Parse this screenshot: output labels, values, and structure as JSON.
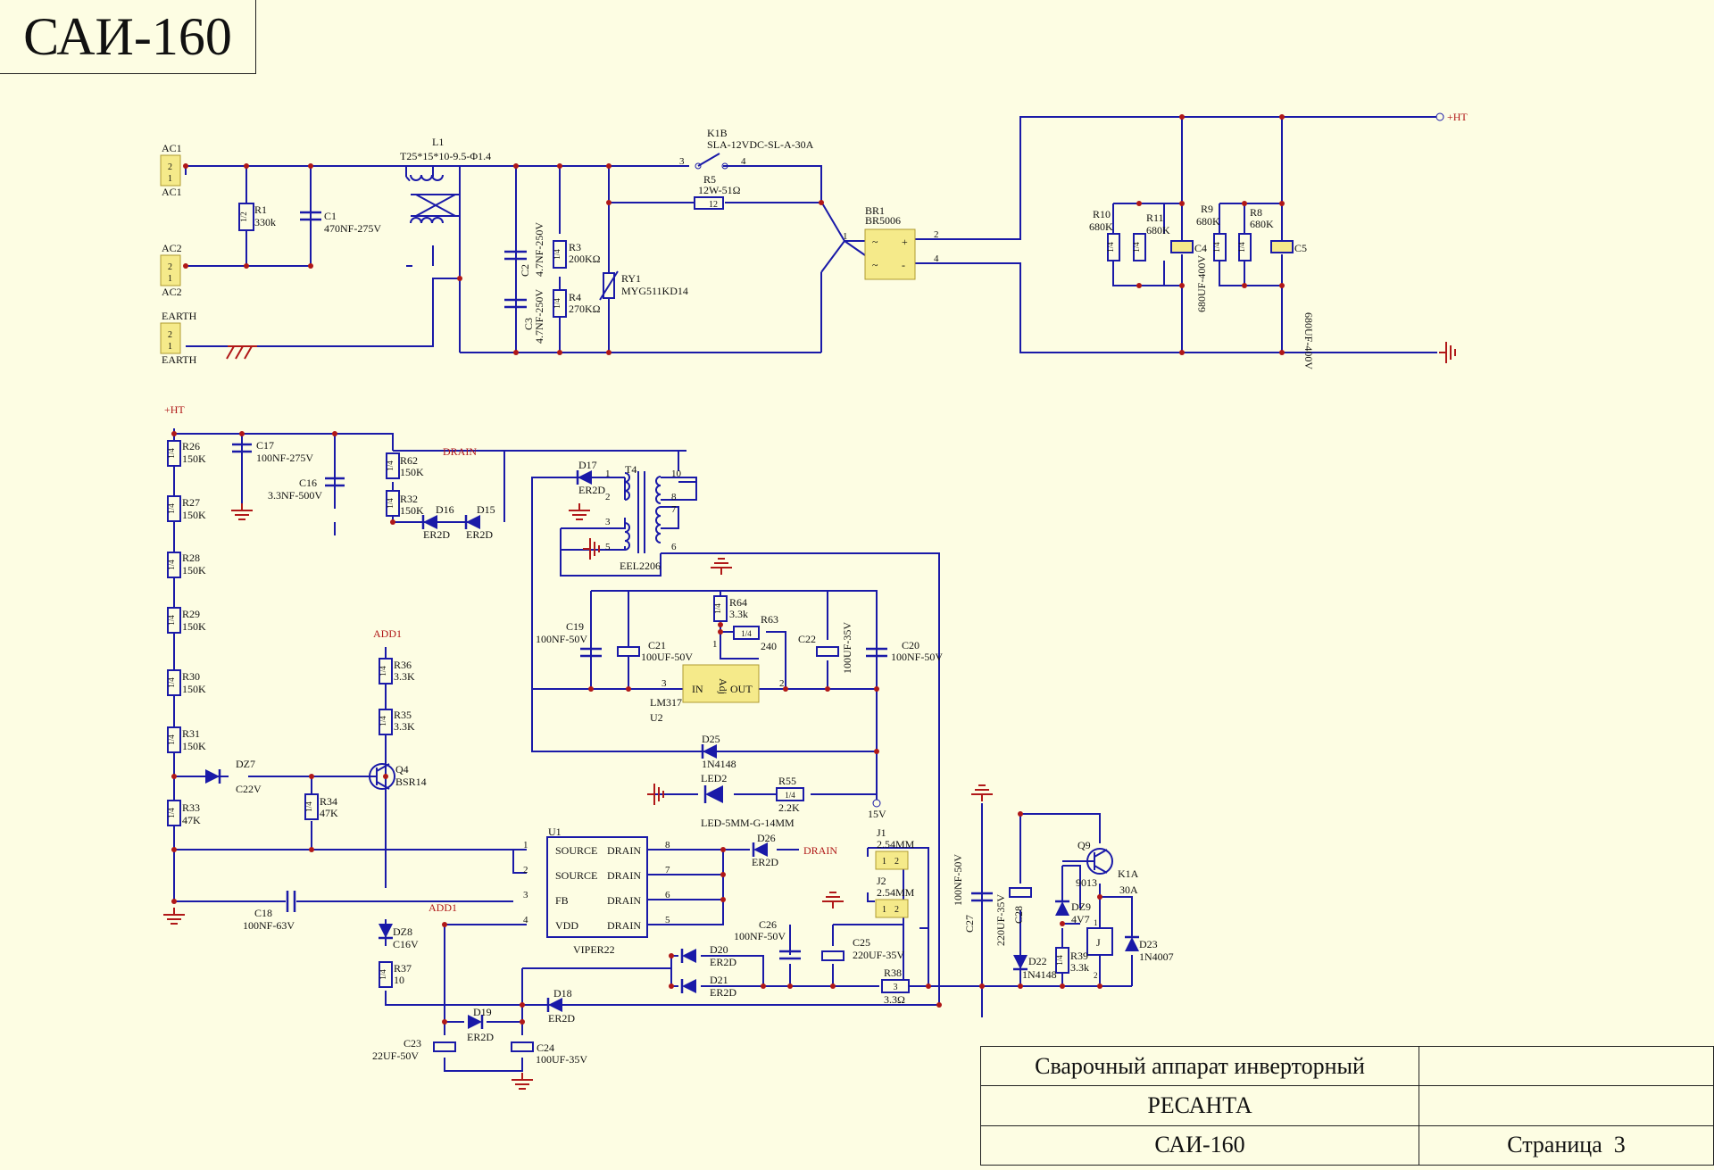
{
  "title": "САИ-160",
  "stamp": {
    "line1": "Сварочный аппарат инверторный",
    "line2": "РЕСАНТА",
    "line3": "САИ-160",
    "page_label": "Страница",
    "page_number": "3"
  },
  "colors": {
    "wire": "#1a1aa8",
    "junction": "#b01818",
    "component_fill": "#f5ea8a",
    "ground": "#b01818",
    "text": "#111111",
    "sheet": "#fdfde3"
  },
  "components": {
    "ac1": {
      "ref": "AC1",
      "ref2": "AC1",
      "pin_a": "2",
      "pin_b": "1"
    },
    "ac2": {
      "ref": "AC2",
      "ref2": "AC2",
      "pin_a": "2",
      "pin_b": "1"
    },
    "earth": {
      "ref": "EARTH",
      "ref2": "EARTH",
      "pin_a": "2",
      "pin_b": "1"
    },
    "r1": {
      "ref": "R1",
      "value": "330k",
      "body": "1/2"
    },
    "c1": {
      "ref": "C1",
      "value": "470NF-275V"
    },
    "l1": {
      "ref": "L1",
      "value": "T25*15*10-9.5-Φ1.4"
    },
    "c2": {
      "ref": "C2",
      "value": "4.7NF-250V"
    },
    "c3": {
      "ref": "C3",
      "value": "4.7NF-250V"
    },
    "r3": {
      "ref": "R3",
      "value": "200KΩ",
      "body": "1/4"
    },
    "r4": {
      "ref": "R4",
      "value": "270KΩ",
      "body": "1/4"
    },
    "ry1": {
      "ref": "RY1",
      "value": "MYG511KD14"
    },
    "k1b": {
      "ref": "K1B",
      "value": "SLA-12VDC-SL-A-30A",
      "pin3": "3",
      "pin4": "4"
    },
    "r5": {
      "ref": "R5",
      "value": "12W-51Ω",
      "body": "12"
    },
    "br1": {
      "ref": "BR1",
      "value": "BR5006",
      "pin1": "1",
      "pin2": "2",
      "pin4": "4",
      "plus": "+",
      "minus": "-",
      "ac": "~"
    },
    "ht": {
      "label": "+HT"
    },
    "r10": {
      "ref": "R10",
      "value": "680K",
      "body": "1/4"
    },
    "r11": {
      "ref": "R11",
      "value": "680K",
      "body": "1/4"
    },
    "c4": {
      "ref": "C4",
      "value": "680UF-400V"
    },
    "r9": {
      "ref": "R9",
      "value": "680K",
      "body": "1/4"
    },
    "r8": {
      "ref": "R8",
      "value": "680K",
      "body": "1/4"
    },
    "c5": {
      "ref": "C5",
      "value": "680UF-400V"
    },
    "ht2": {
      "label": "+HT"
    },
    "r26": {
      "ref": "R26",
      "value": "150K",
      "body": "1/4"
    },
    "r27": {
      "ref": "R27",
      "value": "150K",
      "body": "1/4"
    },
    "r28": {
      "ref": "R28",
      "value": "150K",
      "body": "1/4"
    },
    "r29": {
      "ref": "R29",
      "value": "150K",
      "body": "1/4"
    },
    "r30": {
      "ref": "R30",
      "value": "150K",
      "body": "1/4"
    },
    "r31": {
      "ref": "R31",
      "value": "150K",
      "body": "1/4"
    },
    "r33": {
      "ref": "R33",
      "value": "47K",
      "body": "1/4"
    },
    "c17": {
      "ref": "C17",
      "value": "100NF-275V"
    },
    "c16": {
      "ref": "C16",
      "value": "3.3NF-500V"
    },
    "r62": {
      "ref": "R62",
      "value": "150K",
      "body": "1/4"
    },
    "r32": {
      "ref": "R32",
      "value": "150K",
      "body": "1/4"
    },
    "d16": {
      "ref": "D16",
      "value": "ER2D"
    },
    "d15": {
      "ref": "D15",
      "value": "ER2D"
    },
    "drain1": {
      "label": "DRAIN"
    },
    "d17": {
      "ref": "D17",
      "value": "ER2D"
    },
    "t4": {
      "ref": "T4",
      "value": "EEL2206",
      "p1": "1",
      "p2": "2",
      "p3": "3",
      "p5": "5",
      "p6": "6",
      "p7": "7",
      "p8": "8",
      "p10": "10"
    },
    "r64": {
      "ref": "R64",
      "value": "3.3k",
      "body": "1/4"
    },
    "r63": {
      "ref": "R63",
      "value": "240",
      "body": "1/4"
    },
    "u2": {
      "ref": "U2",
      "value": "LM317",
      "in": "IN",
      "out": "OUT",
      "adj": "Adj",
      "p1": "1",
      "p2": "2",
      "p3": "3"
    },
    "c19": {
      "ref": "C19",
      "value": "100NF-50V"
    },
    "c21": {
      "ref": "C21",
      "value": "100UF-50V"
    },
    "c22": {
      "ref": "C22",
      "value": "100UF-35V"
    },
    "c20": {
      "ref": "C20",
      "value": "100NF-50V"
    },
    "d25": {
      "ref": "D25",
      "value": "1N4148"
    },
    "led2": {
      "ref": "LED2",
      "value": "LED-5MM-G-14MM"
    },
    "r55": {
      "ref": "R55",
      "value": "2.2K",
      "body": "1/4"
    },
    "v15": {
      "label": "15V"
    },
    "add1a": {
      "label": "ADD1"
    },
    "r36": {
      "ref": "R36",
      "value": "3.3K",
      "body": "1/4"
    },
    "r35": {
      "ref": "R35",
      "value": "3.3K",
      "body": "1/4"
    },
    "q4": {
      "ref": "Q4",
      "value": "BSR14"
    },
    "dz7": {
      "ref": "DZ7",
      "value": "C22V"
    },
    "r34": {
      "ref": "R34",
      "value": "47K",
      "body": "1/4"
    },
    "u1": {
      "ref": "U1",
      "value": "VIPER22",
      "source": "SOURCE",
      "drain": "DRAIN",
      "fb": "FB",
      "vdd": "VDD",
      "p1": "1",
      "p2": "2",
      "p3": "3",
      "p4": "4",
      "p5": "5",
      "p6": "6",
      "p7": "7",
      "p8": "8"
    },
    "d26": {
      "ref": "D26",
      "value": "ER2D"
    },
    "drain2": {
      "label": "DRAIN"
    },
    "c18": {
      "ref": "C18",
      "value": "100NF-63V"
    },
    "dz8": {
      "ref": "DZ8",
      "value": "C16V"
    },
    "add1b": {
      "label": "ADD1"
    },
    "r37": {
      "ref": "R37",
      "value": "10",
      "body": "1/4"
    },
    "d19": {
      "ref": "D19",
      "value": "ER2D"
    },
    "c23": {
      "ref": "C23",
      "value": "22UF-50V"
    },
    "c24": {
      "ref": "C24",
      "value": "100UF-35V"
    },
    "d18": {
      "ref": "D18",
      "value": "ER2D"
    },
    "d20": {
      "ref": "D20",
      "value": "ER2D"
    },
    "d21": {
      "ref": "D21",
      "value": "ER2D"
    },
    "c26": {
      "ref": "C26",
      "value": "100NF-50V"
    },
    "c25": {
      "ref": "C25",
      "value": "220UF-35V"
    },
    "r38": {
      "ref": "R38",
      "value": "3.3Ω",
      "body": "3"
    },
    "j1": {
      "ref": "J1",
      "value": "2.54MM",
      "p1": "1",
      "p2": "2"
    },
    "j2": {
      "ref": "J2",
      "value": "2.54MM",
      "p1": "1",
      "p2": "2"
    },
    "c27": {
      "ref": "C27",
      "value": "100NF-50V"
    },
    "c28": {
      "ref": "C28",
      "value": "220UF-35V"
    },
    "q9": {
      "ref": "Q9",
      "value": "9013"
    },
    "k1a": {
      "ref": "K1A",
      "value": "30A",
      "coil": "J",
      "p1": "1",
      "p2": "2"
    },
    "dz9": {
      "ref": "DZ9",
      "value": "4V7"
    },
    "d22": {
      "ref": "D22",
      "value": "1N4148"
    },
    "r39": {
      "ref": "R39",
      "value": "3.3k",
      "body": "1/4"
    },
    "d23": {
      "ref": "D23",
      "value": "1N4007"
    }
  }
}
